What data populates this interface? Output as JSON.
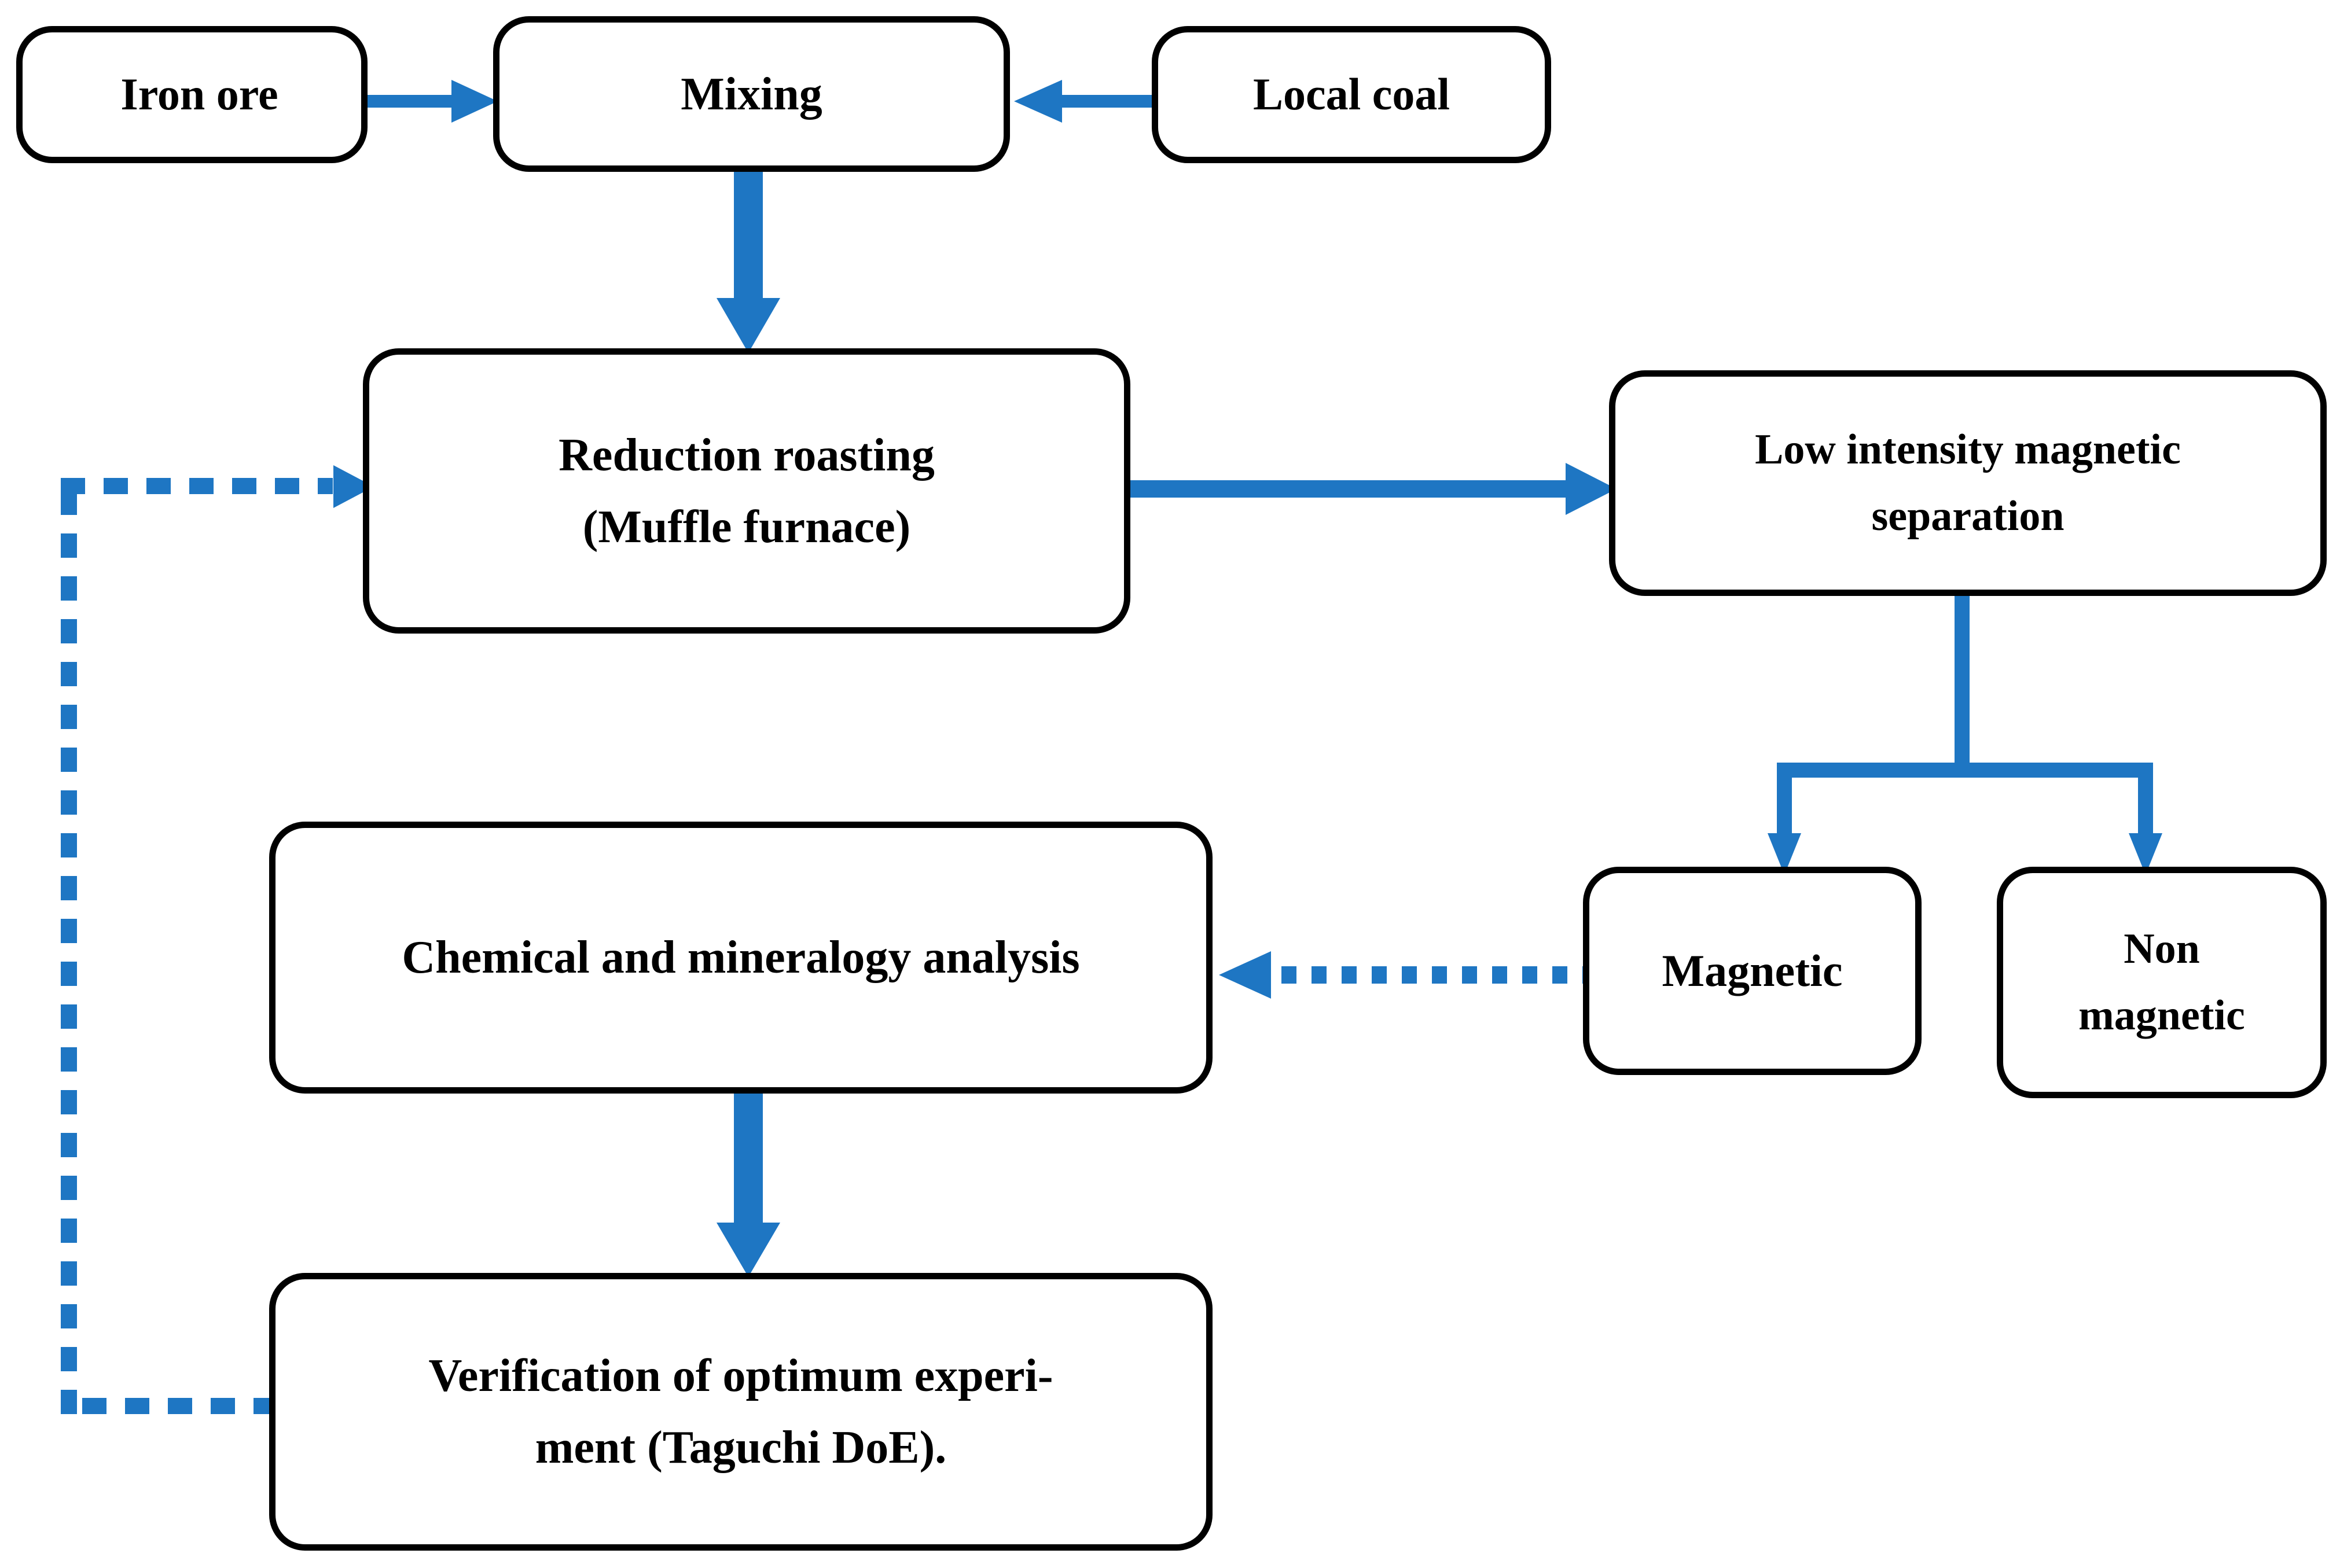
{
  "diagram": {
    "title": "Reduction roasting and magnetic separation process flowsheet",
    "accent_color": "#1E76C3",
    "node_border_color": "#000000",
    "background_color": "#FFFFFF",
    "nodes": [
      {
        "id": "iron-ore",
        "label": "Iron ore"
      },
      {
        "id": "mixing",
        "label": "Mixing"
      },
      {
        "id": "local-coal",
        "label": "Local coal"
      },
      {
        "id": "reduction",
        "label": "Reduction roasting\n(Muffle furnace)",
        "line1": "Reduction roasting",
        "line2": "(Muffle furnace)"
      },
      {
        "id": "lims",
        "label": "Low intensity magnetic separation",
        "line1": "Low intensity magnetic",
        "line2": "separation"
      },
      {
        "id": "magnetic",
        "label": "Magnetic"
      },
      {
        "id": "nonmagnetic",
        "label": "Non magnetic",
        "line1": "Non",
        "line2": "magnetic"
      },
      {
        "id": "chem-analysis",
        "label": "Chemical and mineralogy analysis"
      },
      {
        "id": "verification",
        "label": "Verification of optimum experiment (Taguchi DoE).",
        "line1": "Verification of optimum experi-",
        "line2": "ment (Taguchi DoE)."
      }
    ],
    "edges": [
      {
        "id": "iron-ore-to-mixing",
        "from": "iron-ore",
        "to": "mixing",
        "style": "solid",
        "direction": "right"
      },
      {
        "id": "local-coal-to-mixing",
        "from": "local-coal",
        "to": "mixing",
        "style": "solid",
        "direction": "left"
      },
      {
        "id": "mixing-to-reduction",
        "from": "mixing",
        "to": "reduction",
        "style": "solid",
        "direction": "down"
      },
      {
        "id": "reduction-to-lims",
        "from": "reduction",
        "to": "lims",
        "style": "solid",
        "direction": "right"
      },
      {
        "id": "lims-split",
        "from": "lims",
        "to": "magnetic,nonmagnetic",
        "style": "solid",
        "direction": "down-split"
      },
      {
        "id": "magnetic-to-chem-analysis",
        "from": "magnetic",
        "to": "chem-analysis",
        "style": "dotted",
        "direction": "left"
      },
      {
        "id": "chem-to-verification",
        "from": "chem-analysis",
        "to": "verification",
        "style": "solid",
        "direction": "down"
      },
      {
        "id": "verification-to-reduction",
        "from": "verification",
        "to": "reduction",
        "style": "dotted",
        "direction": "feedback-left-up"
      }
    ]
  }
}
